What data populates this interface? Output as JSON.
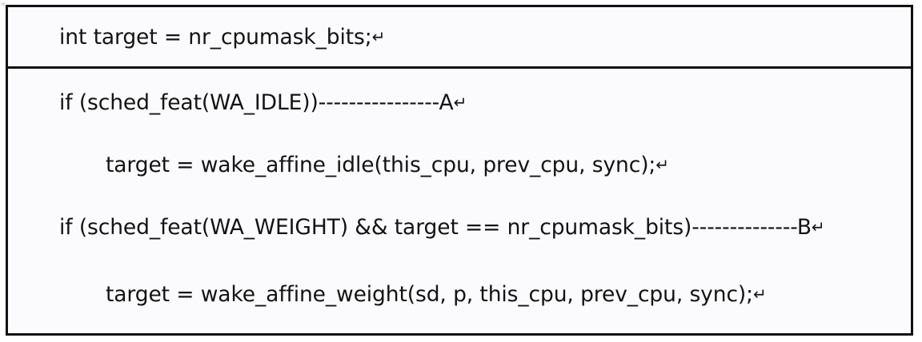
{
  "document": {
    "type": "code-snippet-table",
    "background_color": "#fbfbfd",
    "border_color": "#111111",
    "text_color": "#131313",
    "return_symbol": "↵",
    "table": {
      "header_row": {
        "lines": [
          {
            "id": "line-1",
            "indent": 0,
            "text": "int target = nr_cpumask_bits;",
            "trailing_mark": "↵"
          }
        ]
      },
      "body_row": {
        "lines": [
          {
            "id": "line-2",
            "indent": 0,
            "text": "if (sched_feat(WA_IDLE))----------------A",
            "trailing_mark": "↵",
            "annotation_label": "A"
          },
          {
            "id": "line-3",
            "indent": 1,
            "text": "target = wake_affine_idle(this_cpu, prev_cpu, sync);",
            "trailing_mark": "↵"
          },
          {
            "id": "line-4",
            "indent": 0,
            "text": "if (sched_feat(WA_WEIGHT) && target == nr_cpumask_bits)--------------B",
            "trailing_mark": "↵",
            "annotation_label": "B"
          },
          {
            "id": "line-5",
            "indent": 1,
            "text": "target = wake_affine_weight(sd, p, this_cpu, prev_cpu, sync);",
            "trailing_mark": "↵"
          }
        ]
      }
    }
  }
}
